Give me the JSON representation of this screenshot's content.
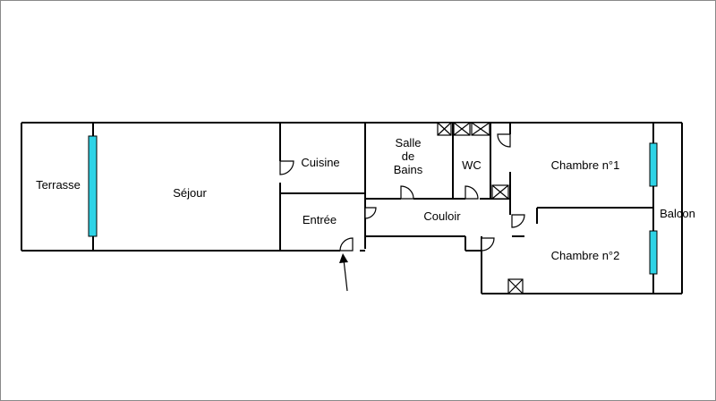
{
  "plan": {
    "rooms": {
      "terrasse": "Terrasse",
      "sejour": "Séjour",
      "cuisine": "Cuisine",
      "salle_de_bains": [
        "Salle",
        "de",
        "Bains"
      ],
      "wc": "WC",
      "chambre1": "Chambre n°1",
      "entree": "Entrée",
      "couloir": "Couloir",
      "chambre2": "Chambre n°2",
      "balcon": "Balcon"
    },
    "colors": {
      "window": "#2ed3e6",
      "wall": "#000000"
    }
  }
}
